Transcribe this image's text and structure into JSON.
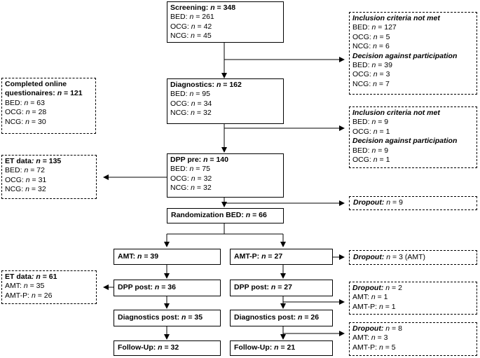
{
  "screening": {
    "title": "Screening:",
    "n": "348",
    "bed": "261",
    "ocg": "42",
    "ncg": "45"
  },
  "excl1": {
    "head1": "Inclusion criteria not met",
    "bed1": "127",
    "ocg1": "5",
    "ncg1": "6",
    "head2": "Decision against participation",
    "bed2": "39",
    "ocg2": "3",
    "ncg2": "7"
  },
  "online": {
    "title_line1": "Completed online",
    "title_line2": "questionaires:",
    "n": "121",
    "bed": "63",
    "ocg": "28",
    "ncg": "30"
  },
  "diagnostics": {
    "title": "Diagnostics:",
    "n": "162",
    "bed": "95",
    "ocg": "34",
    "ncg": "32"
  },
  "excl2": {
    "head1": "Inclusion criteria not met",
    "bed1": "9",
    "ocg1": "1",
    "head2": "Decision against participation",
    "bed2": "9",
    "ocg2": "1"
  },
  "et_data": {
    "title": "ET data",
    "n": "135",
    "bed": "72",
    "ocg": "31",
    "ncg": "32"
  },
  "dpp_pre": {
    "title": "DPP pre:",
    "n": "140",
    "bed": "75",
    "ocg": "32",
    "ncg": "32"
  },
  "dropout1": {
    "title": "Dropout",
    "n": "9"
  },
  "randomization": {
    "title": "Randomization BED:",
    "n": "66"
  },
  "amt": {
    "title": "AMT:",
    "n": "39"
  },
  "amtp": {
    "title": "AMT-P:",
    "n": "27"
  },
  "dropout2": {
    "title": "Dropout",
    "n": "3",
    "suffix": "(AMT)"
  },
  "et_data2": {
    "title": "ET data",
    "n": "61",
    "amt": "35",
    "amtp": "26"
  },
  "dpp_post_amt": {
    "title": "DPP post:",
    "n": "36"
  },
  "dpp_post_amtp": {
    "title": "DPP post:",
    "n": "27"
  },
  "dropout3": {
    "title": "Dropout",
    "n": "2",
    "amt": "1",
    "amtp": "1"
  },
  "diag_post_amt": {
    "title": "Diagnostics post:",
    "n": "35"
  },
  "diag_post_amtp": {
    "title": "Diagnostics post:",
    "n": "26"
  },
  "dropout4": {
    "title": "Dropout",
    "n": "8",
    "amt": "3",
    "amtp": "5"
  },
  "followup_amt": {
    "title": "Follow-Up:",
    "n": "32"
  },
  "followup_amtp": {
    "title": "Follow-Up:",
    "n": "21"
  },
  "labels": {
    "n": "n",
    "eq": " = ",
    "bed": "BED:",
    "ocg": "OCG:",
    "ncg": "NCG:",
    "amt": "AMT:",
    "amtp": "AMT-P:",
    "colon": ":"
  }
}
